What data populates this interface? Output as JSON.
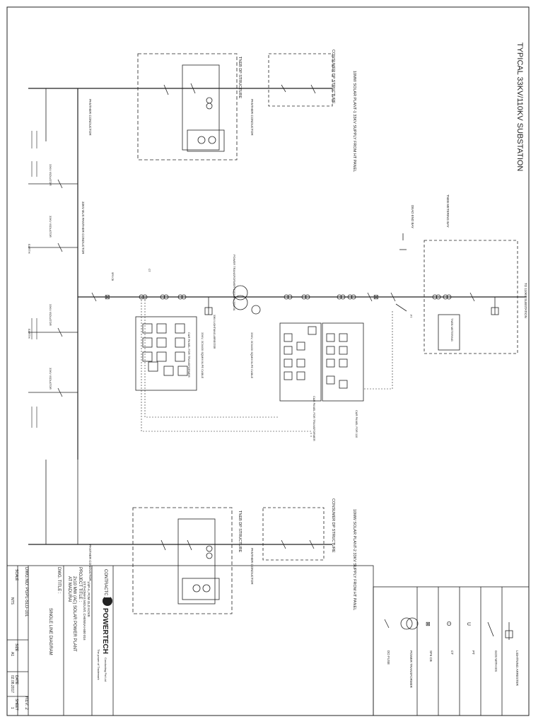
{
  "drawing": {
    "heading": "TYPICAL 33KV/110KV SUBSTATION",
    "top_feeder": "10MW SOLAR PLANT-1 33KV SUPPLY FROM HT PANEL",
    "bottom_feeder": "10MW SOLAR PLANT-2 33KV SUPPLY FROM HT PANEL",
    "consumer_dp_top": "CONSUMER DP STRUCTURE",
    "consumer_dp_bottom": "CONSUMER DP STRUCTURE",
    "tneb_dp_top": "TNEB DP STRUCTURE",
    "tneb_dp_bottom": "TNEB DP STRUCTURE",
    "tneb_metering": "TNEB METERING",
    "tneb_metering_bay": "TNEB METERING BAY",
    "to_substation": "TO 110KV SUBSTATION",
    "bus_conductor": "33KV BUS PANTHER CONDUCTOR",
    "panther_conductor_1": "PANTHER CONDUCTOR",
    "panther_conductor_2": "PANTHER CONDUCTOR",
    "panther_conductor_3": "PANTHER CONDUCTOR",
    "panther_conductor_4": "PANTHER CONDUCTOR",
    "power_transformer": "POWER TRANSFORMER 33/110KV 50MVA",
    "ht_cable_1": "33KV, 3CX400 SQMM XLPE CABLE",
    "ht_cable_2": "33KV, 3CX400 SQMM XLPE CABLE",
    "relay_panel_1": "C&R PANEL FOR TRANSFORMER",
    "relay_panel_2": "C&R PANEL FOR TRANSFORMER",
    "relay_panel_3": "C&R PANEL FOR 110",
    "dead_end_bay": "DEAD END BAY",
    "isolator_label": "33KV ISOLATOR",
    "lightning_arrester": "33KV LIGHTNING ARRESTER",
    "sf6_cb": "SF6 CB",
    "ct_label": "CT",
    "pt_label": "PT",
    "earth_label": "EARTH"
  },
  "legend": {
    "items": [
      {
        "label": "LIGHTNING ARRESTER"
      },
      {
        "label": "GOS WITH ES"
      },
      {
        "label": "PT"
      },
      {
        "label": "CT"
      },
      {
        "label": "SF6 CB"
      },
      {
        "label": "POWER TRANSFORMER"
      },
      {
        "label": "DO FUSE"
      }
    ]
  },
  "title_block": {
    "contractor_label": "CONTRACTOR :",
    "company": "POWERTECH",
    "company_tag": "Conducting Pvt Ltd",
    "tagline": "The power of Trademark",
    "address_1": "1/4P-A, POM OLD KOVE",
    "address_2": "ST.THOMAS MOUNT, CHENNAI-600 016",
    "project_label": "PROJECT TITLE :",
    "project_1": "2x10 MW (AC) SOLAR POWER PLANT",
    "project_2": "AT MADURAI",
    "dwg_title_label": "DWG. TITLE :",
    "dwg_title": "SINGLE LINE DIAGRAM",
    "dwg_no": "DWG.NO: PGPL-SLD-101",
    "rev": "REV: 2",
    "scale_label": "SCALE",
    "scale": "NTS",
    "size_label": "SIZE",
    "size": "A1",
    "date_label": "DATE",
    "date": "02.08.2017",
    "sheet_label": "SHEET",
    "sheet": "1"
  }
}
